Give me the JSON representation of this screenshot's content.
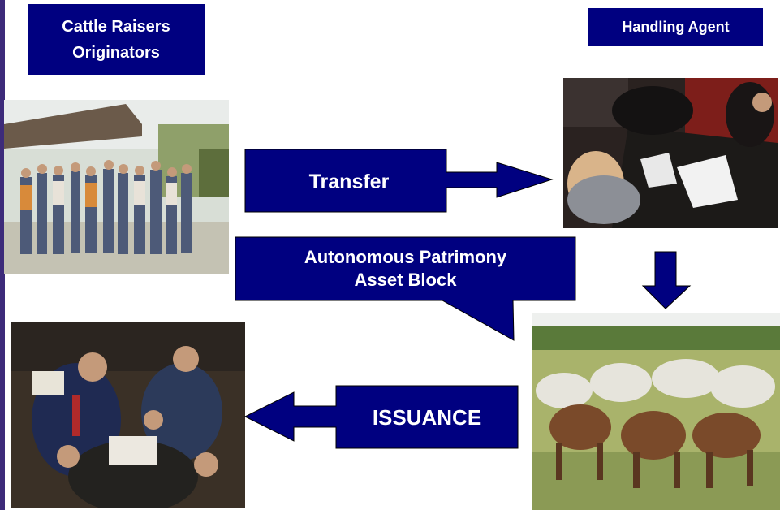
{
  "labels": {
    "originators_line1": "Cattle Raisers",
    "originators_line2": "Originators",
    "handling_agent": "Handling Agent",
    "transfer": "Transfer",
    "patrimony_line1": "Autonomous Patrimony",
    "patrimony_line2": "Asset Block",
    "issuance": "ISSUANCE"
  },
  "photos": {
    "cattle_raisers": "cattle-raisers-photo",
    "handling_agent": "handling-agent-meeting-photo",
    "cattle_herd": "cattle-herd-photo",
    "trading_floor": "trading-floor-photo"
  },
  "colors": {
    "box_fill": "#000080",
    "text": "#ffffff",
    "left_bar": "#3d2b7a"
  }
}
